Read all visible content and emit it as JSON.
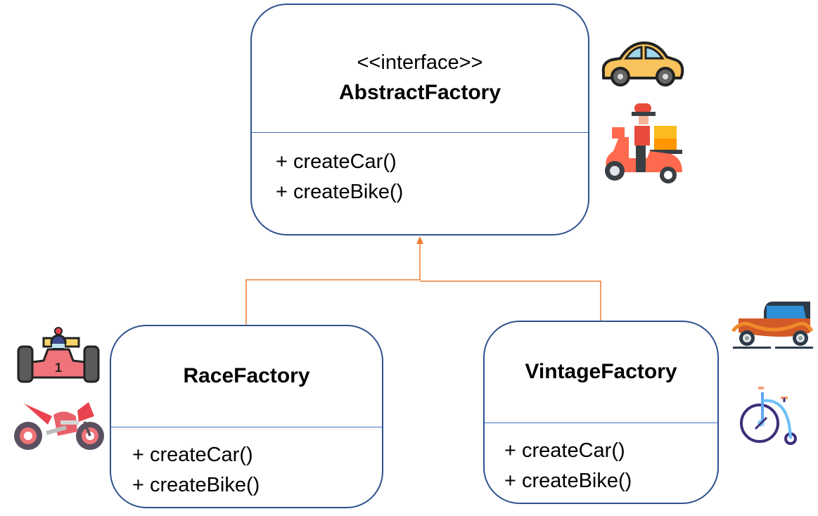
{
  "diagram": {
    "type": "uml-class-diagram",
    "colors": {
      "box_border": "#2f528f",
      "divider": "#4472c4",
      "connector": "#ed7d31"
    },
    "classes": [
      {
        "id": "abstract",
        "stereotype": "<<interface>>",
        "name": "AbstractFactory",
        "methods": [
          "+ createCar()",
          "+ createBike()"
        ],
        "icons": [
          "car-icon",
          "delivery-scooter-icon"
        ]
      },
      {
        "id": "race",
        "name": "RaceFactory",
        "methods": [
          "+ createCar()",
          "+ createBike()"
        ],
        "icons": [
          "race-car-icon",
          "sport-motorcycle-icon"
        ]
      },
      {
        "id": "vintage",
        "name": "VintageFactory",
        "methods": [
          "+ createCar()",
          "+ createBike()"
        ],
        "icons": [
          "vintage-car-icon",
          "penny-farthing-bicycle-icon"
        ]
      }
    ],
    "relations": [
      {
        "from": "RaceFactory",
        "to": "AbstractFactory",
        "type": "realization"
      },
      {
        "from": "VintageFactory",
        "to": "AbstractFactory",
        "type": "realization"
      }
    ]
  }
}
